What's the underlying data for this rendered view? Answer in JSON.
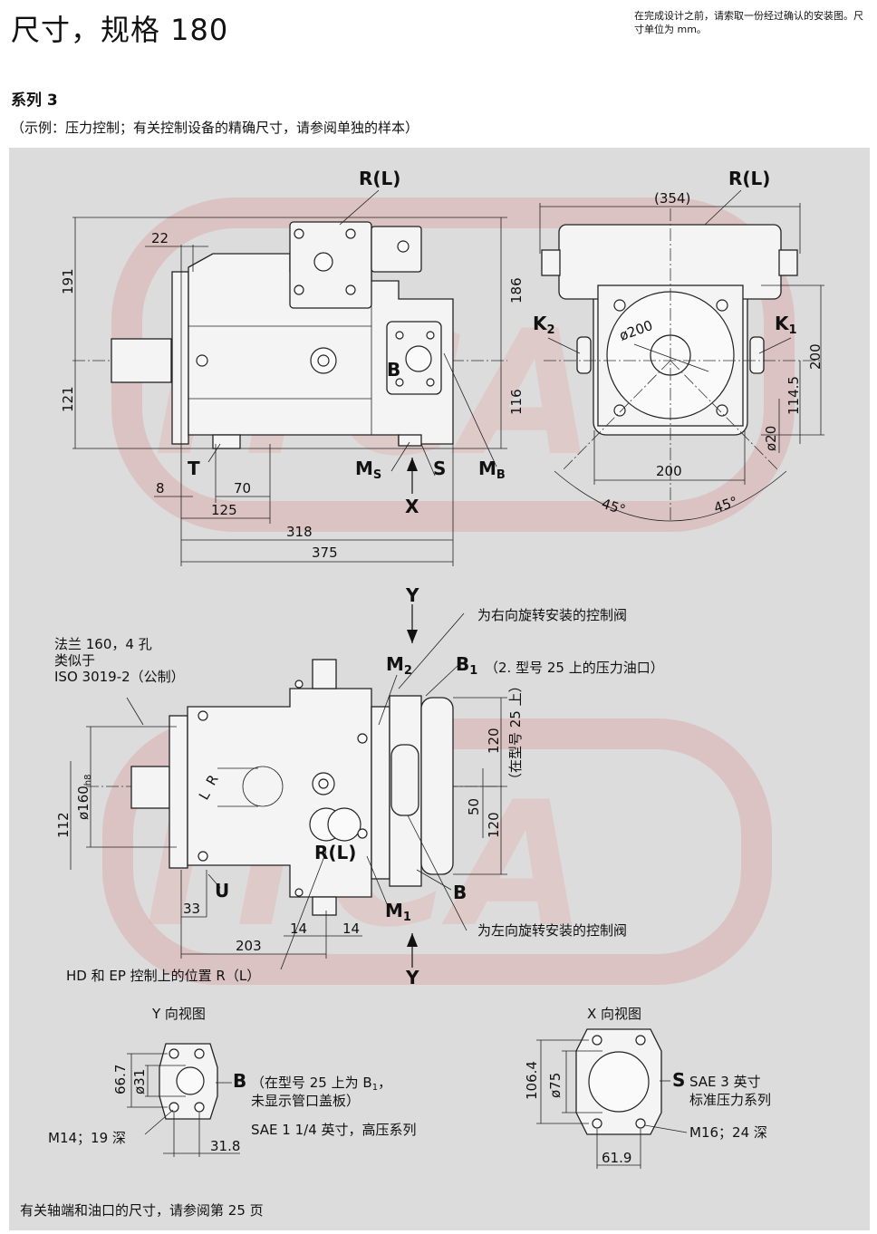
{
  "header": {
    "title": "尺寸，规格 180",
    "install_note": "在完成设计之前，请索取一份经过确认的安装图。尺寸单位为 mm。"
  },
  "section": {
    "series": "系列 3",
    "example": "（示例：压力控制；有关控制设备的精确尺寸，请参阅单独的样本）"
  },
  "side_view": {
    "port_rl": "R(L)",
    "dims": {
      "d22": "22",
      "d191": "191",
      "d121": "121",
      "d186": "186",
      "d116": "116",
      "d8": "8",
      "d70": "70",
      "d125": "125",
      "d318": "318",
      "d375": "375"
    },
    "ports": {
      "B": "B",
      "T": "T",
      "MS": "M",
      "MS_sub": "S",
      "S": "S",
      "MB": "M",
      "MB_sub": "B",
      "X": "X"
    }
  },
  "front_view": {
    "port_rl": "R(L)",
    "dims": {
      "d354": "(354)",
      "d200_dia": "ø200",
      "d200_v": "200",
      "d114_5": "114.5",
      "d20": "ø20",
      "d200_h": "200",
      "a45_l": "45°",
      "a45_r": "45°"
    },
    "ports": {
      "K2": "K",
      "K2_sub": "2",
      "K1": "K",
      "K1_sub": "1"
    }
  },
  "top_view": {
    "Y_top": "Y",
    "Y_bottom": "Y",
    "right_valve_note": "为右向旋转安装的控制阀",
    "left_valve_note": "为左向旋转安装的控制阀",
    "flange_note_1": "法兰 160，4 孔",
    "flange_note_2": "类似于",
    "flange_note_3": "ISO 3019-2（公制）",
    "M2": "M",
    "M2_sub": "2",
    "B1": "B",
    "B1_sub": "1",
    "b1_note": "（2. 型号 25 上的压力油口）",
    "d120_top": "120",
    "model25": "（在型号 25 上）",
    "d120_bot": "120",
    "d50": "50",
    "d160": "ø160",
    "d160_sub": "h8",
    "d112": "112",
    "rl": "R(L)",
    "U": "U",
    "B": "B",
    "M1": "M",
    "M1_sub": "1",
    "d33": "33",
    "d14a": "14",
    "d14b": "14",
    "d203": "203",
    "hd_note": "HD 和 EP 控制上的位置 R（L）",
    "scale_L": "L",
    "scale_R": "R"
  },
  "y_view": {
    "title": "Y 向视图",
    "d66_7": "66.7",
    "d31": "ø31",
    "d31_8": "31.8",
    "B": "B",
    "b_note_1": "（在型号 25 上为 B",
    "b_note_1_sub": "1",
    "b_note_1_end": "，",
    "b_note_2": "未显示管口盖板）",
    "sae_note": "SAE 1 1/4 英寸，高压系列",
    "thread_note": "M14；19 深"
  },
  "x_view": {
    "title": "X 向视图",
    "d106_4": "106.4",
    "d75": "ø75",
    "d61_9": "61.9",
    "S": "S",
    "s_note_1": "SAE 3 英寸",
    "s_note_2": "标准压力系列",
    "thread_note": "M16；24 深"
  },
  "footer": {
    "note": "有关轴端和油口的尺寸，请参阅第 25 页"
  },
  "colors": {
    "panel_bg": "#dcdcdc",
    "watermark": "#d9a4a4"
  }
}
